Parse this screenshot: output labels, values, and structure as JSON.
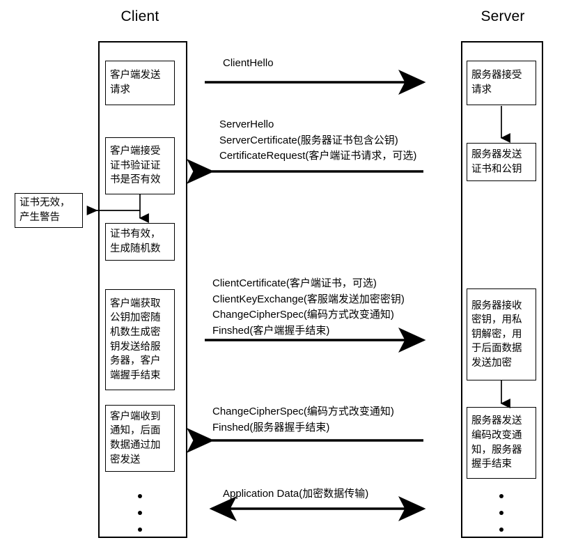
{
  "diagram": {
    "title_client": "Client",
    "title_server": "Server",
    "client_boxes": [
      {
        "name": "client-send-request",
        "text": "客户端发送请求"
      },
      {
        "name": "client-verify-certificate",
        "text": "客户端接受证书验证证书是否有效"
      },
      {
        "name": "certificate-invalid-warning",
        "text": "证书无效，产生警告"
      },
      {
        "name": "certificate-valid-random",
        "text": "证书有效，生成随机数"
      },
      {
        "name": "client-encrypt-key-send",
        "text": "客户端获取公钥加密随机数生成密钥发送给服务器，客户端握手结束"
      },
      {
        "name": "client-received-notice",
        "text": "客户端收到通知，后面数据通过加密发送"
      }
    ],
    "server_boxes": [
      {
        "name": "server-accept-request",
        "text": "服务器接受请求"
      },
      {
        "name": "server-send-certificate",
        "text": "服务器发送证书和公钥"
      },
      {
        "name": "server-receive-key",
        "text": "服务器接收密钥，用私钥解密，用于后面数据发送加密"
      },
      {
        "name": "server-send-changecipher",
        "text": "服务器发送编码改变通知，服务器握手结束"
      }
    ],
    "messages": [
      {
        "name": "message-client-hello",
        "direction": "right",
        "lines": [
          "ClientHello"
        ]
      },
      {
        "name": "message-server-hello",
        "direction": "left",
        "lines": [
          "ServerHello",
          "ServerCertificate(服务器证书包含公钥)",
          "CertificateRequest(客户端证书请求，可选)"
        ]
      },
      {
        "name": "message-client-key-exchange",
        "direction": "right",
        "lines": [
          "ClientCertificate(客户端证书，可选)",
          "ClientKeyExchange(客服端发送加密密钥)",
          "ChangeCipherSpec(编码方式改变通知)",
          "Finshed(客户端握手结束)"
        ]
      },
      {
        "name": "message-server-change-cipher",
        "direction": "left",
        "lines": [
          "ChangeCipherSpec(编码方式改变通知)",
          "Finshed(服务器握手结束)"
        ]
      },
      {
        "name": "message-application-data",
        "direction": "both",
        "lines": [
          "Application Data(加密数据传输)"
        ]
      }
    ],
    "colors": {
      "stroke": "#000000",
      "background": "#ffffff"
    }
  }
}
